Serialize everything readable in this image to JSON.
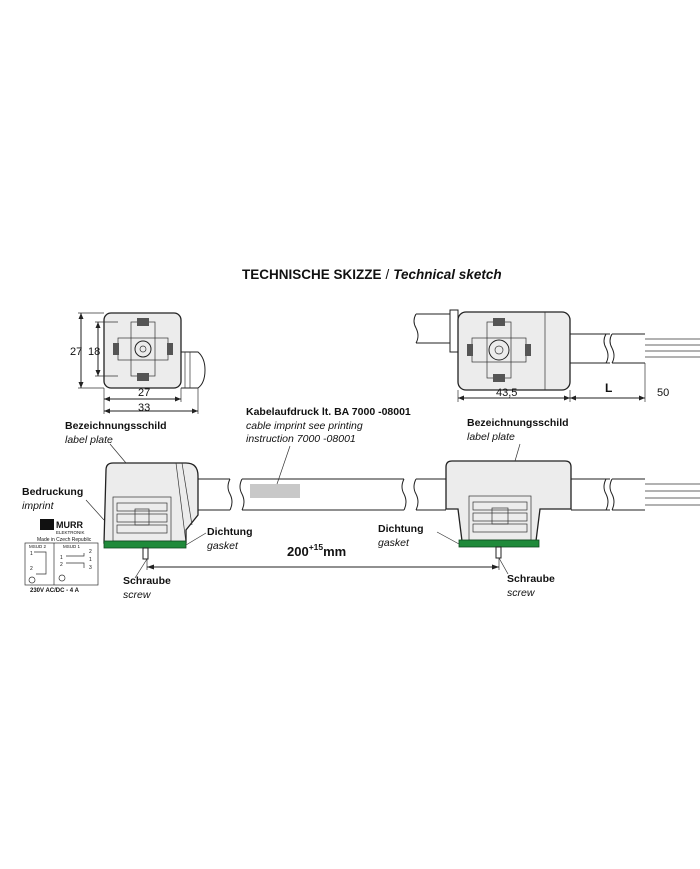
{
  "title": {
    "main": "TECHNISCHE SKIZZE",
    "separator": "/",
    "sub": "Technical sketch"
  },
  "dimensions": {
    "left_height_outer": "27",
    "left_height_inner": "18",
    "left_width_inner": "27",
    "left_width_outer": "33",
    "right_width": "43,5",
    "right_length": "L",
    "right_tail": "50",
    "length_main": "200",
    "length_tolerance": "+15",
    "length_unit": "mm"
  },
  "labels": {
    "label_plate_left_de": "Bezeichnungsschild",
    "label_plate_left_en": "label plate",
    "label_plate_right_de": "Bezeichnungsschild",
    "label_plate_right_en": "label plate",
    "imprint_de": "Bedruckung",
    "imprint_en": "imprint",
    "cable_imprint_de": "Kabelaufdruck lt. BA 7000 -08001",
    "cable_imprint_en1": "cable imprint see printing",
    "cable_imprint_en2": "instruction 7000 -08001",
    "gasket_left_de": "Dichtung",
    "gasket_left_en": "gasket",
    "gasket_right_de": "Dichtung",
    "gasket_right_en": "gasket",
    "screw_left_de": "Schraube",
    "screw_left_en": "screw",
    "screw_right_de": "Schraube",
    "screw_right_en": "screw"
  },
  "imprint_label": {
    "brand": "MURR",
    "brand_sub": "ELEKTRONIK",
    "made_in": "Made in Czech Republic",
    "col_left": "MSUD 2",
    "col_right": "MSUD 1",
    "pin1": "1",
    "pin2": "2",
    "pin3": "3",
    "rating": "230V AC/DC - 4 A"
  },
  "colors": {
    "gasket": "#1f8a3a",
    "imprint_field": "#c8c8c8",
    "line": "#222222"
  }
}
